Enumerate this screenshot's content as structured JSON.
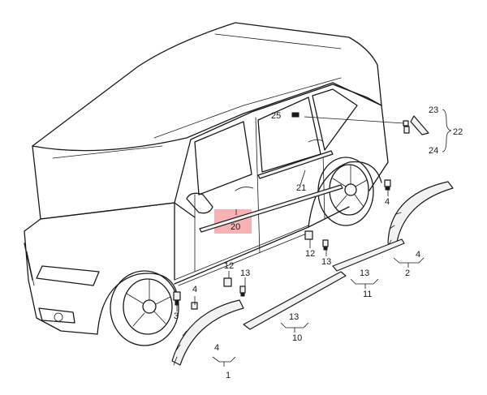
{
  "labels": {
    "l1": "1",
    "l2": "2",
    "l3": "3",
    "l4a": "4",
    "l4b": "4",
    "l4c": "4",
    "l4d": "4",
    "l10": "10",
    "l11": "11",
    "l12a": "12",
    "l12b": "12",
    "l13a": "13",
    "l13b": "13",
    "l13c": "13",
    "l13d": "13",
    "l20": "20",
    "l21": "21",
    "l22": "22",
    "l23": "23",
    "l24": "24",
    "l25": "25"
  },
  "colors": {
    "highlight": "#f4a3a8",
    "line": "#1a1a1a",
    "background": "#ffffff"
  }
}
